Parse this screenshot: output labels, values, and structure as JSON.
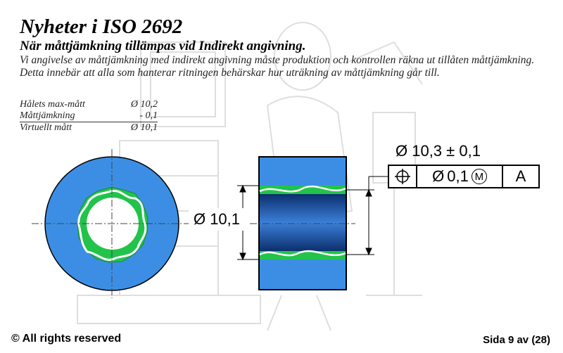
{
  "header": {
    "title": "Nyheter i ISO 2692",
    "subtitle": "När måttjämkning tillämpas vid Indirekt angivning.",
    "description": "Vi angivelse av måttjämkning med indirekt angivning måste produktion och  kontrollen räkna ut tillåten måttjämkning. Detta innebär att alla som hanterar ritningen behärskar hur uträkning av måttjämkning går till."
  },
  "calculation": {
    "rows": [
      {
        "label": "Hålets max-mått",
        "value": "Ø 10,2"
      },
      {
        "label": "Måttjämkning",
        "value": "- 0,1"
      },
      {
        "label": "Virtuellt mått",
        "value": "Ø 10,1"
      }
    ]
  },
  "drawing": {
    "diameter_label": "Ø 10,1",
    "tolerance_label": "Ø 10,3 ± 0,1",
    "frame": {
      "symbol_icon": "position-icon",
      "diameter_symbol": "Ø",
      "tolerance": "0,1",
      "modifier": "M",
      "datum": "A"
    },
    "colors": {
      "part": "#3c8ee4",
      "hole_zone": "#22c34a",
      "bore": "#1c4fa0"
    }
  },
  "footer": {
    "copyright": "© All rights reserved",
    "page": "Sida 9 av (28)"
  }
}
